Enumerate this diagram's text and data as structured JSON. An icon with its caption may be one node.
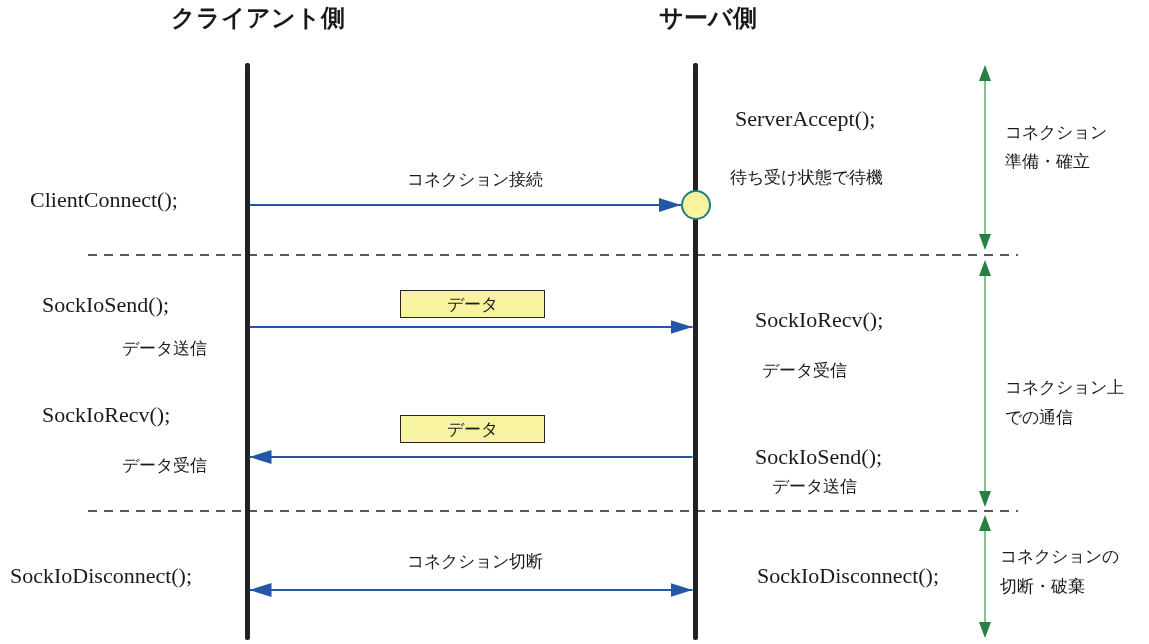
{
  "diagram": {
    "nodes": [
      {
        "text": [],
        "shape": "bar"
      },
      {
        "text": [],
        "shape": "bar"
      },
      {
        "text": [],
        "shape": "circle",
        "beside": [
          "待ち受け状態で待機"
        ]
      },
      {
        "text": [
          "データ"
        ]
      },
      {
        "text": [
          "データ"
        ]
      }
    ],
    "edges": [
      {
        "from": 0,
        "to": 2,
        "arrow": "to",
        "label": "コネクション接続"
      },
      {
        "from": 0,
        "to": 1,
        "arrow": "to"
      },
      {
        "from": 1,
        "to": 0,
        "arrow": "to"
      },
      {
        "from": 0,
        "to": 1,
        "arrow": "both",
        "label": "コネクション切断"
      }
    ],
    "labels": [
      "クライアント側",
      "サーバ側",
      "ServerAccept();",
      "コネクション準備・確立",
      "ClientConnect();",
      "SockIoSend();",
      "SockIoRecv();",
      "データ送信",
      "データ受信",
      "コネクション上での通信",
      "SockIoRecv();",
      "SockIoSend();",
      "データ受信",
      "データ送信",
      "SockIoDisconnect();",
      "SockIoDisconnect();",
      "コネクションの切断・破棄"
    ]
  }
}
